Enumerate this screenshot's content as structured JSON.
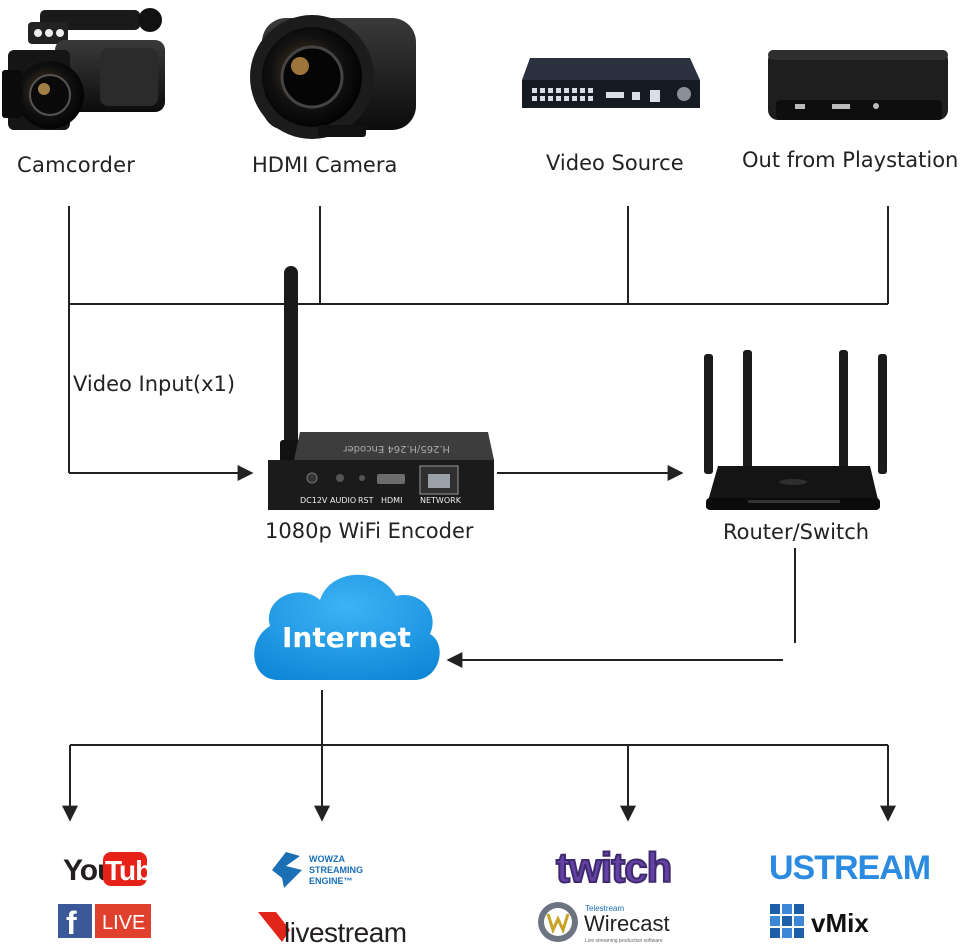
{
  "sources": [
    {
      "label": "Camcorder"
    },
    {
      "label": "HDMI Camera"
    },
    {
      "label": "Video Source"
    },
    {
      "label": "Out from Playstation"
    }
  ],
  "video_input_label": "Video Input(x1)",
  "encoder": {
    "label": "1080p WiFi Encoder",
    "top_print": "H.265/H.264 Encoder",
    "ports": [
      "DC12V",
      "AUDIO",
      "RST",
      "HDMI",
      "NETWORK"
    ]
  },
  "router": {
    "label": "Router/Switch"
  },
  "internet": {
    "label": "Internet"
  },
  "platforms": {
    "youtube": {
      "you": "You",
      "tube": "Tube"
    },
    "facebook_live": {
      "f": "f",
      "live": "LIVE"
    },
    "wowza": {
      "line1": "WOWZA",
      "line2": "STREAMING",
      "line3": "ENGINE™"
    },
    "livestream": {
      "text": "livestream"
    },
    "twitch": {
      "text": "twitch"
    },
    "wirecast": {
      "brand": "Telestream",
      "name": "Wirecast",
      "tagline": "Live streaming production software"
    },
    "ustream": {
      "text": "USTREAM"
    },
    "vmix": {
      "text": "vMix"
    }
  },
  "colors": {
    "line": "#222222",
    "cloud": "#1e9be6",
    "youtube_red": "#e62117",
    "facebook_blue": "#3b5998",
    "twitch_purple": "#6441a5",
    "ustream_blue": "#2a8be0",
    "wowza_blue": "#1a6fb5",
    "vmix_blue": "#1d5fa8"
  }
}
